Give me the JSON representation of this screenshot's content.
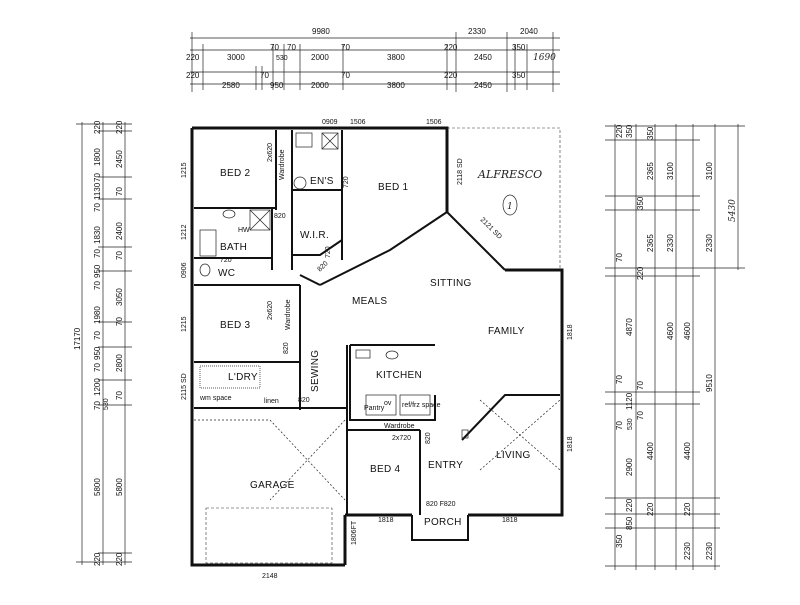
{
  "plan": {
    "top_dims": {
      "overall": "9980",
      "right1": "2330",
      "right2": "2040",
      "row1": [
        "220",
        "3000",
        "70",
        "70",
        "2000",
        "70",
        "3800",
        "220",
        "2450",
        "350"
      ],
      "row1_small": "530",
      "handwritten": "1690",
      "row2": [
        "220",
        "2580",
        "70",
        "950",
        "2000",
        "70",
        "3800",
        "220",
        "2450",
        "350"
      ],
      "row2_small": "70"
    },
    "left_dims": {
      "overall": "17170",
      "col1": [
        "220",
        "1800",
        "70",
        "1130",
        "70",
        "1830",
        "70",
        "950",
        "70",
        "1980",
        "70",
        "950",
        "70",
        "1200",
        "70",
        "5800",
        "220"
      ],
      "col2": [
        "220",
        "2450",
        "70",
        "2400",
        "70",
        "3050",
        "70",
        "2800",
        "70",
        "5800",
        "220"
      ],
      "extra": "530"
    },
    "right_dims": {
      "col1": [
        "220",
        "350",
        "2365",
        "350",
        "2365",
        "70",
        "220",
        "4870",
        "70",
        "1120",
        "70",
        "530",
        "2900",
        "220",
        "350",
        "850"
      ],
      "col2": [
        "350",
        "3100",
        "2330",
        "4600",
        "4400",
        "220"
      ],
      "col3": [
        "3100",
        "2330",
        "4600",
        "70",
        "70",
        "4400",
        "220"
      ],
      "overall1": "9510",
      "overall2": "2230",
      "overall3": "2230",
      "handwritten": "5430"
    },
    "rooms": {
      "bed2": "BED 2",
      "ens": "EN'S",
      "bed1": "BED 1",
      "wir": "W.I.R.",
      "bath": "BATH",
      "wc": "WC",
      "meals": "MEALS",
      "sitting": "SITTING",
      "family": "FAMILY",
      "bed3": "BED 3",
      "ldry": "L'DRY",
      "sewing": "SEWING",
      "kitchen": "KITCHEN",
      "garage": "GARAGE",
      "bed4": "BED 4",
      "entry": "ENTRY",
      "living": "LIVING",
      "porch": "PORCH",
      "alfresco": "ALFRESCO",
      "alfresco_mark": "1"
    },
    "labels": {
      "wardrobe1": "Wardrobe",
      "wardrobe2": "Wardrobe",
      "wardrobe3": "Wardrobe",
      "pantry": "Pantry",
      "linen": "linen",
      "fridge": "ref/frz space",
      "ov": "ov",
      "wm": "wm space",
      "d2x620": "2x620",
      "d2x620b": "2x620",
      "d2x720": "2x720",
      "d820a": "820",
      "d820b": "820",
      "d820c": "820",
      "d820d": "820",
      "d820e": "820",
      "d720a": "720",
      "d720b": "720",
      "d720c": "720",
      "d0909": "0909",
      "d1506a": "1506",
      "d1506b": "1506",
      "d1818a": "1818",
      "d1818b": "1818",
      "d1818c": "1818",
      "d1818d": "1818",
      "d0906": "0906",
      "d1215a": "1215",
      "d1215b": "1215",
      "d1212": "1212",
      "d2115": "2115 SD",
      "d2118": "2118 SD",
      "d2121": "2121 SD",
      "d1806": "1806FT",
      "d2148": "2148",
      "d820f": "820 F820",
      "hw": "HW"
    }
  }
}
